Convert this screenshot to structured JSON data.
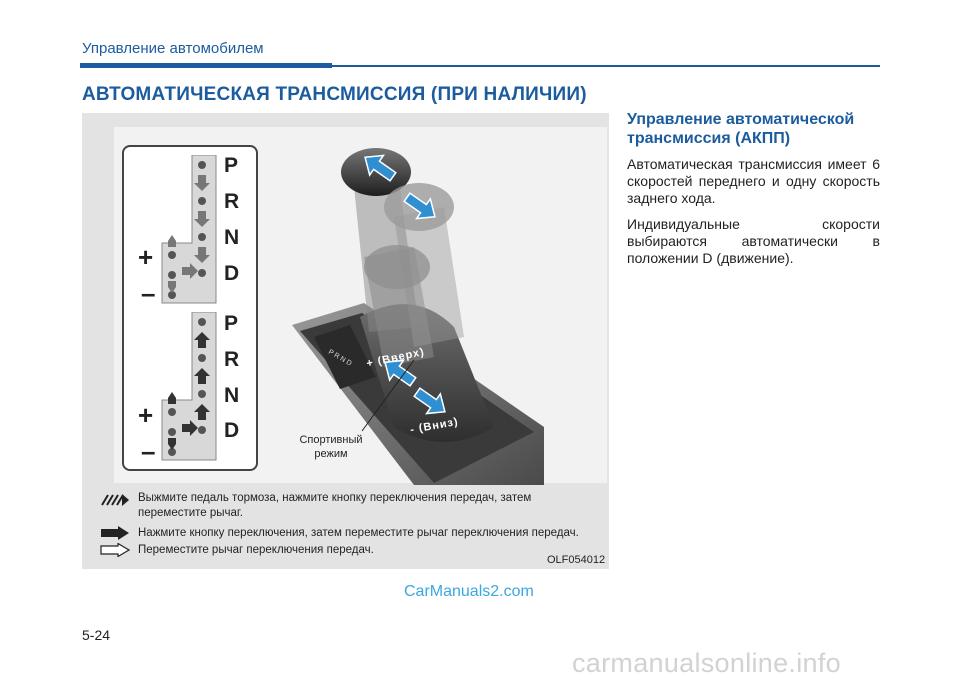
{
  "header": {
    "title": "Управление автомобилем"
  },
  "section_title": "АВТОМАТИЧЕСКАЯ ТРАНСМИССИЯ (ПРИ НАЛИЧИИ)",
  "figure": {
    "gate_top": {
      "letters": [
        "P",
        "R",
        "N",
        "D"
      ],
      "plus": "+",
      "minus": "–"
    },
    "gate_bottom": {
      "letters": [
        "P",
        "R",
        "N",
        "D"
      ],
      "plus": "+",
      "minus": "–"
    },
    "label_up": "+ (Вверх)",
    "label_down": "- (Вниз)",
    "sport_mode": "Спортивный режим",
    "legend": [
      {
        "icon": "hatched-arrow-icon",
        "text": "Выжмите педаль тормоза, нажмите кнопку переключения передач, затем переместите рычаг."
      },
      {
        "icon": "solid-arrow-icon",
        "text": "Нажмите кнопку переключения, затем переместите рычаг переключения передач."
      },
      {
        "icon": "outline-arrow-icon",
        "text": "Переместите рычаг переключения передач."
      }
    ],
    "code": "OLF054012"
  },
  "right_column": {
    "subtitle": "Управление автоматической трансмиссия (АКПП)",
    "paragraphs": [
      "Автоматическая трансмиссия имеет 6 скоростей переднего и одну скорость заднего хода.",
      "Индивидуальные скорости выбираются автоматически в положении D (движение)."
    ]
  },
  "watermark": "CarManuals2.com",
  "page_number": "5-24",
  "footer_watermark": "carmanualsonline.info",
  "colors": {
    "accent": "#1c5c9e",
    "arrow": "#2f8fd0",
    "watermark": "#3aa8df"
  }
}
